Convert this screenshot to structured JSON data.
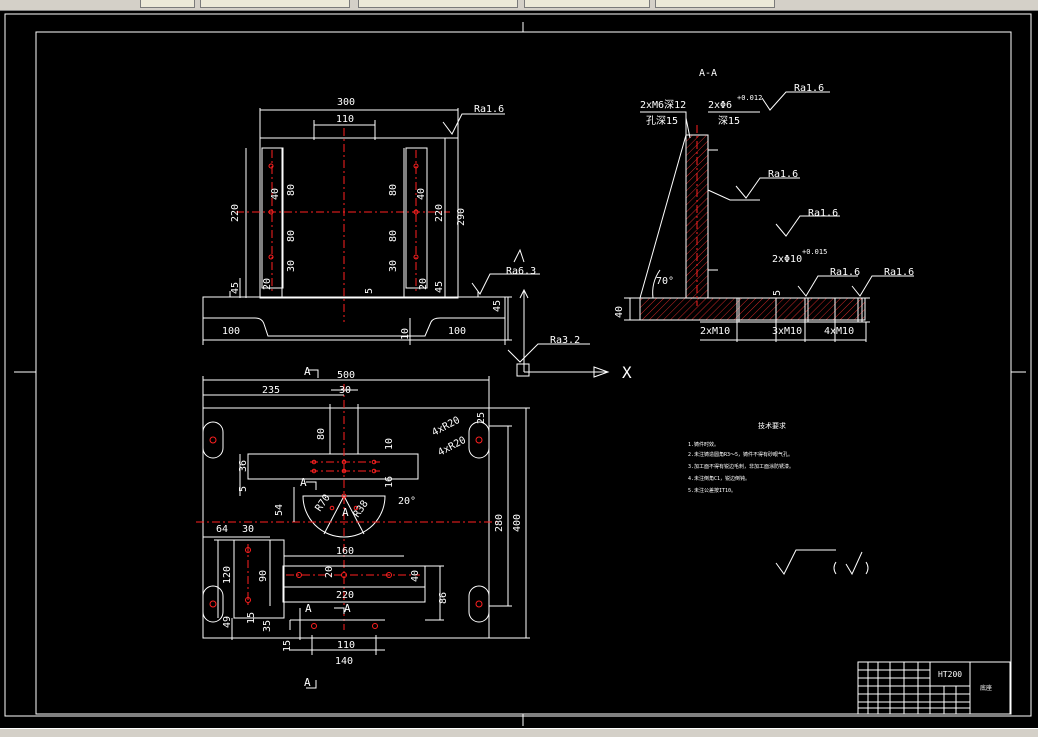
{
  "colors": {
    "background": "#000000",
    "line": "#ffffff",
    "centerline": "#ff2020",
    "toolbar": "#d4d0c8"
  },
  "section_label": "A-A",
  "axis_label": "X",
  "material": "HT200",
  "roughness": {
    "front_top": "Ra1.6",
    "front_right": "Ra6.3",
    "front_bottom": "Ra3.2",
    "sec_top": "Ra1.6",
    "sec_mid": "Ra1.6",
    "sec_right": "Ra1.6",
    "sec_bot1": "Ra1.6",
    "sec_bot2": "Ra1.6"
  },
  "front_view": {
    "dims": {
      "width_top": "300",
      "slot_width": "110",
      "height_left": "220",
      "height_right": "290",
      "l_40": "40",
      "l_80a": "80",
      "l_80b": "80",
      "l_30": "30",
      "l_20": "20",
      "l_45": "45",
      "r_40": "40",
      "r_80a": "80",
      "r_80b": "80",
      "r_30": "30",
      "r_220": "220",
      "r_20": "20",
      "r_45": "45",
      "base_5": "5",
      "base_10": "10",
      "base_left": "100",
      "base_right": "100",
      "base_45": "45"
    }
  },
  "section_view": {
    "dims": {
      "m6": "2xM6深12",
      "m6_sub": "孔深15",
      "hole6": "2xΦ6",
      "hole6_tol": "+0.012",
      "hole6_depth": "深15",
      "hole10": "2xΦ10",
      "hole10_tol": "+0.015",
      "d5": "5",
      "angle": "70°",
      "d40": "40",
      "m10a": "2xM10",
      "m10b": "3xM10",
      "m10c": "4xM10"
    }
  },
  "plan_view": {
    "section_mark": "A",
    "dims": {
      "width": "500",
      "d235": "235",
      "d30": "30",
      "d80": "80",
      "d10": "10",
      "d25": "25",
      "r20a": "4xR20",
      "r20b": "4xR20",
      "d36": "36",
      "d16": "16",
      "d5": "5",
      "d54": "54",
      "r70": "R70",
      "r38": "R38",
      "deg20": "20°",
      "d280": "280",
      "d400": "400",
      "d64": "64",
      "d30b": "30",
      "d160": "160",
      "d120": "120",
      "d90": "90",
      "d20": "20",
      "d40": "40",
      "d220": "220",
      "d86": "86",
      "d49": "49",
      "d15": "15",
      "d35": "35",
      "d15b": "15",
      "d110": "110",
      "d140": "140"
    }
  },
  "notes": {
    "title": "技术要求",
    "lines": [
      "1.铸件时效。",
      "2.未注铸造圆角R3～5，铸件不得有砂眼气孔。",
      "3.加工面不得有锐边毛刺，非加工面涂防锈漆。",
      "4.未注倒角C1，锐边倒钝。",
      "5.未注公差按IT10。"
    ]
  },
  "title_block": {
    "material": "HT200",
    "name": "底座"
  }
}
